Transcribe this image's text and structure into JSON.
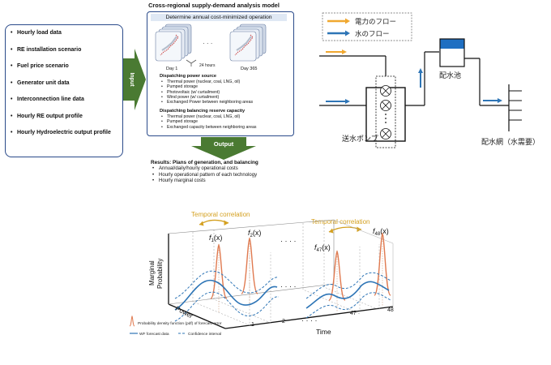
{
  "inputs": {
    "items": [
      "Hourly load data",
      "RE installation scenario",
      "Fuel price scenario",
      "Generator unit data",
      "Interconnection line data",
      "Hourly RE output profile",
      "Hourly Hydroelectric output profile"
    ],
    "arrow_label": "Input"
  },
  "model": {
    "title": "Cross-regional supply-demand analysis model",
    "header": "Determine annual cost-minimized operation",
    "day_first": "Day 1",
    "day_last": "Day 365",
    "ellipsis": "· · ·",
    "hours_label": "24 hours",
    "dispatch_power_title": "Dispatching power source",
    "dispatch_power_items": [
      "Thermal power (nuclear, coal, LNG, oil)",
      "Pumped storage",
      "Photovoltaic (w/ curtailment)",
      "Wind power (w/ curtailment)",
      "Exchanged Power between neighboring areas"
    ],
    "dispatch_reserve_title": "Dispatching balancing reserve capacity",
    "dispatch_reserve_items": [
      "Thermal power (nuclear, coal, LNG, oil)",
      "Pumped storage",
      "Exchanged capacity between neighboring areas"
    ],
    "output_label": "Output"
  },
  "results": {
    "title": "Results: Plans of generation, and balancing",
    "items": [
      "Annual/daily/hourly operational costs",
      "Hourly operational pattern of each technology",
      "Hourly marginal costs"
    ]
  },
  "water": {
    "legend_power": "電力のフロー",
    "legend_water": "水のフロー",
    "pump_label": "送水ポンプ",
    "reservoir_label": "配水池",
    "network_label": "配水網（水需要）",
    "colors": {
      "power": "#f0a830",
      "water": "#2e75b6"
    }
  },
  "prob": {
    "temporal_left": "Temporal correlation",
    "temporal_right": "Temporal correlation",
    "y_label_line1": "Marginal",
    "y_label_line2": "Probability",
    "power_label": "Power",
    "time_label": "Time",
    "f1": "f",
    "f1_sub": "1",
    "f2": "f",
    "f2_sub": "2",
    "f47": "f",
    "f47_sub": "47",
    "f48": "f",
    "f48_sub": "48",
    "fx_arg": "(x)",
    "dots_top": "· · · ·",
    "dots_mid": "· · · ·",
    "dots_bottom": "· · · ·",
    "tick_1": "1",
    "tick_2": "2",
    "tick_47": "47",
    "tick_48": "48",
    "legend_pdf": "Probability density function (pdf) of forecast error",
    "legend_wf": "WF forecast data",
    "legend_ci": "Confidence interval",
    "colors": {
      "pdf": "#e07a50",
      "wf": "#2e75b6",
      "temporal": "#d4a020"
    }
  }
}
